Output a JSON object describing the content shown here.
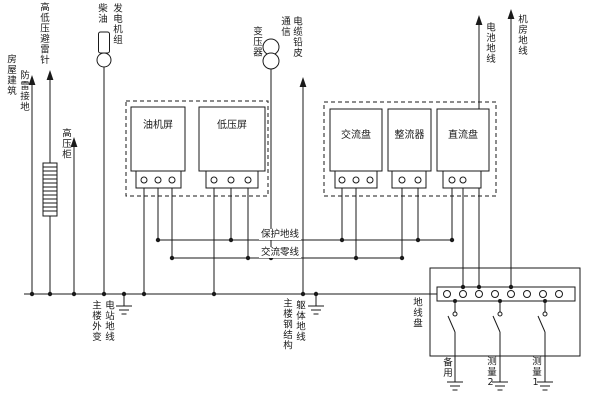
{
  "labels": {
    "building": "房屋建筑",
    "lightning_ground": "防雷接地",
    "arrester": "高低压避雷针",
    "hv_cabinet": "高压柜",
    "diesel_1": "柴油",
    "diesel_2": "发电机组",
    "transformer": "变压器",
    "comm_1": "通信",
    "comm_2": "电缆铅皮",
    "battery_earth": "电池地线",
    "room_earth": "机房地线",
    "panel_oil": "油机屏",
    "panel_lv": "低压屏",
    "panel_ac": "交流盘",
    "rectifier": "整流器",
    "panel_dc": "直流盘",
    "protective_earth": "保护地线",
    "ac_neutral": "交流零线",
    "station_earth_1": "主楼外变",
    "station_earth_2": "电站地线",
    "steel_1": "主楼钢结构",
    "steel_2": "躯体地线",
    "earth_panel": "地线盘",
    "spare": "备用",
    "measure_2": "测量2",
    "measure_1": "测量1"
  },
  "colors": {
    "line": "#1a1a1a",
    "background": "#ffffff"
  }
}
